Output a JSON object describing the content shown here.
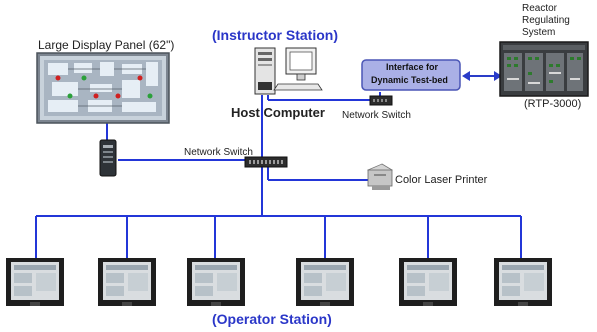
{
  "labels": {
    "instructor_station": "(Instructor Station)",
    "operator_station": "(Operator Station)",
    "large_display_panel": "Large Display Panel (62\")",
    "host_computer": "Host Computer",
    "interface_line1": "Interface for",
    "interface_line2": "Dynamic  Test-bed",
    "network_switch_top": "Network Switch",
    "network_switch_main": "Network Switch",
    "color_laser_printer": "Color Laser Printer",
    "reactor_line1": "Reactor",
    "reactor_line2": "Regulating",
    "reactor_line3": "System",
    "rtp": "(RTP-3000)"
  },
  "operator_station_count": 6,
  "colors": {
    "station_title": "#2a36c8",
    "connection_line": "#2336d8",
    "interface_box_fill": "#aab0e6",
    "interface_box_border": "#4a55b5",
    "arrow": "#2a3cc8"
  }
}
